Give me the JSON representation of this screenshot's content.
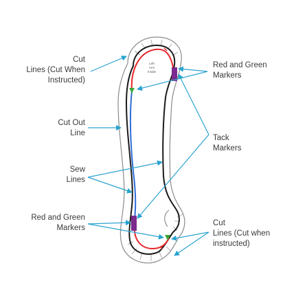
{
  "labels": {
    "cut_top_left": {
      "lines": [
        "Cut",
        "Lines (Cut When",
        "Instructed)"
      ]
    },
    "cut_out_line": {
      "lines": [
        "Cut Out",
        "Line"
      ]
    },
    "sew_lines": {
      "lines": [
        "Sew",
        "Lines"
      ]
    },
    "markers_bottom_left": {
      "lines": [
        "Red and Green",
        "Markers"
      ]
    },
    "markers_top_right": {
      "lines": [
        "Red and Green",
        "Markers"
      ]
    },
    "tack_markers": {
      "lines": [
        "Tack",
        "Markers"
      ]
    },
    "cut_bottom_right": {
      "lines": [
        "Cut",
        "Lines (Cut when",
        "instructed)"
      ]
    }
  },
  "pattern_piece": {
    "inside_label": [
      "Left",
      "Arm",
      "Inside"
    ]
  },
  "colors": {
    "arrow": "#29a3cf",
    "cut_line_red": "#e8262a",
    "sew_line_blue": "#2d6bd6",
    "outline": "#1a1a1a",
    "marker_purple": "#7b2a8e",
    "marker_green": "#3aa83a",
    "seam_allowance": "#9a9a9a"
  }
}
